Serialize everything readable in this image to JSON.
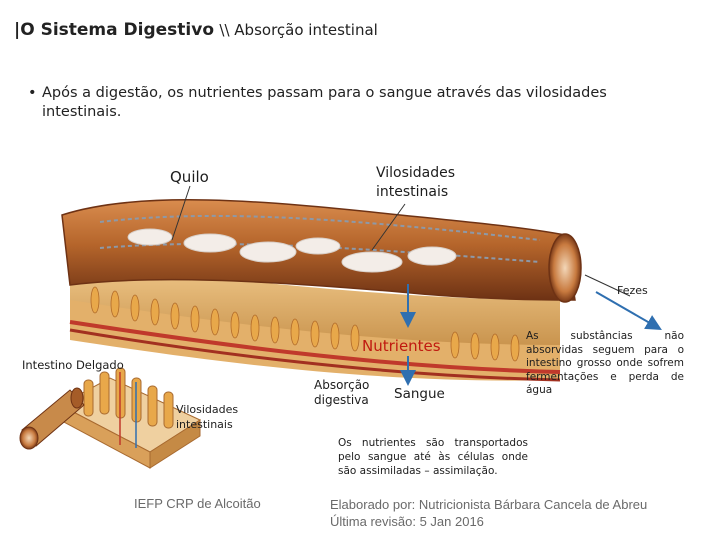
{
  "title": {
    "bar": "|",
    "main": "O Sistema Digestivo",
    "sub": "\\\\ Absorção intestinal"
  },
  "bullet": {
    "symbol": "•",
    "text": "Após a digestão, os nutrientes passam para o sangue através das vilosidades intestinais."
  },
  "labels": {
    "quilo": "Quilo",
    "vilosidades_top_l1": "Vilosidades",
    "vilosidades_top_l2": "intestinais",
    "fezes": "Fezes",
    "nutrientes": "Nutrientes",
    "intestino_delgado": "Intestino Delgado",
    "absorcao_l1": "Absorção",
    "absorcao_l2": "digestiva",
    "sangue": "Sangue",
    "vilosidades_bottom_l1": "Vilosidades",
    "vilosidades_bottom_l2": "intestinais"
  },
  "notes": {
    "substancias": "As substâncias não absorvidas seguem para o intestino grosso onde sofrem fermentações e perda de água",
    "transportados": "Os nutrientes são transportados pelo sangue até às células onde são assimiladas – assimilação."
  },
  "footer": {
    "institution": "IEFP CRP de Alcoitão",
    "author": "Elaborado por: Nutricionista Bárbara Cancela de Abreu",
    "revision": "Última revisão: 5 Jan 2016"
  },
  "colors": {
    "tube": "#b5652b",
    "tube_dark": "#7a3a18",
    "arrow": "#2f6fb0",
    "accent_red": "#c01a10",
    "villi": "#e8a84a"
  }
}
